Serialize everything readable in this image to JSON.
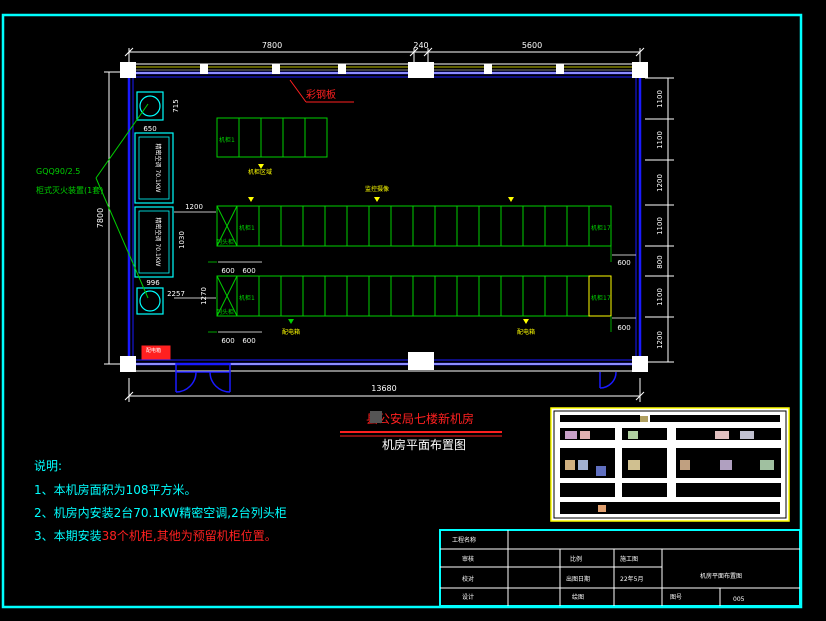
{
  "dimensions": {
    "top_left": "7800",
    "top_mid": "240",
    "top_right": "5600",
    "bottom": "13680",
    "left_height": "7800",
    "right_rows": [
      "1100",
      "1100",
      "1200",
      "1100",
      "800",
      "1100",
      "1200"
    ],
    "d715": "715",
    "d650": "650",
    "d1200": "1200",
    "d1030": "1030",
    "d996": "996",
    "d2257": "2257",
    "d1270": "1270",
    "d600a": "600",
    "d600b": "600",
    "d600c": "600",
    "d600d": "600",
    "d600e": "600",
    "d600f": "600"
  },
  "annotations": {
    "steel_plate": "彩钢板",
    "gas_model": "GQQ90/2.5",
    "gas_system": "柜式灭火装置(1套)",
    "ac_unit_1": "精密空调 70.1KW",
    "ac_unit_2": "精密空调 70.1KW",
    "top_row_first": "机柜1",
    "top_row_label": "机柜区域",
    "row_a_first": "机柜1",
    "row_a_last": "机柜17",
    "row_a_head": "列头柜",
    "row_b_first": "机柜1",
    "row_b_last": "机柜17",
    "row_b_head": "列头柜",
    "marker_top": "监控摄像",
    "marker_bottom_left": "配电箱",
    "marker_bottom_right": "配电箱",
    "red_box": "配电箱"
  },
  "title": {
    "line1": "县公安局七楼新机房",
    "line2": "机房平面布置图"
  },
  "notes": {
    "heading": "说明:",
    "item1": "1、本机房面积为108平方米。",
    "item2": "2、机房内安装2台70.1KW精密空调,2台列头柜",
    "item3_prefix": "3、本期安装",
    "item3_highlight": "38个机柜",
    "item3_suffix": ",其他为预留机柜位置。"
  },
  "title_block": {
    "project_label": "工程名称",
    "row2_label": "审核",
    "row3_label": "校对",
    "row4_label": "设计",
    "scale_label": "比例",
    "scale_value": "",
    "unit_label": "施工图",
    "date_label": "出图日期",
    "date_value": "22年5月",
    "drawn_label": "绘图",
    "drawing_title": "机房平面布置图",
    "number_label": "图号",
    "number_value": "005"
  },
  "colors": {
    "frame": "#00ffff",
    "wall": "#1a1aff",
    "rack": "#00d000",
    "dimension": "#ffffff",
    "accent_red": "#ff2020",
    "accent_yellow": "#ffff00",
    "notes_cyan": "#00ffff"
  }
}
